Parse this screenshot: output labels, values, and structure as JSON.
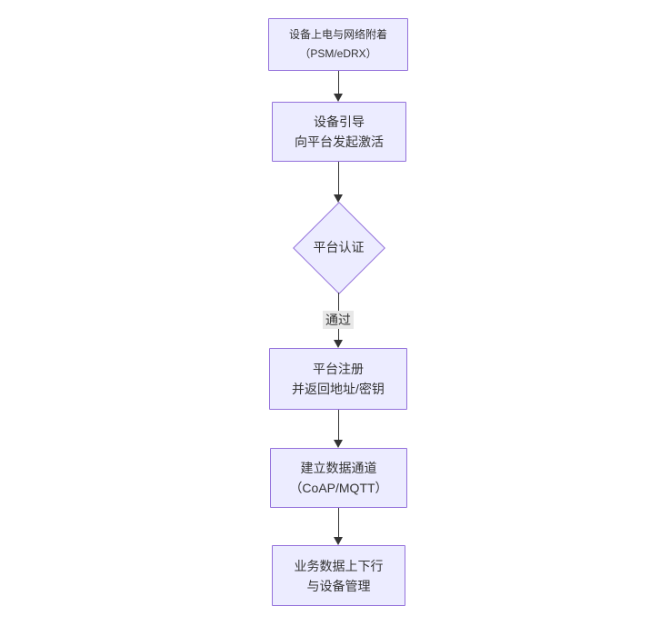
{
  "diagram": {
    "type": "flowchart",
    "direction": "top-down",
    "colors": {
      "node_fill": "#ECECFF",
      "node_border": "#9370DB",
      "text": "#333333",
      "edge": "#333333",
      "edge_label_bg": "#e8e8e8",
      "background": "#ffffff"
    }
  },
  "nodes": [
    {
      "id": "power-attach",
      "type": "rect",
      "lines": [
        "设备上电与网络附着",
        "（PSM/eDRX）"
      ]
    },
    {
      "id": "bootstrap",
      "type": "rect",
      "lines": [
        "设备引导",
        "向平台发起激活"
      ]
    },
    {
      "id": "auth",
      "type": "diamond",
      "lines": [
        "平台认证"
      ]
    },
    {
      "id": "register",
      "type": "rect",
      "lines": [
        "平台注册",
        "并返回地址/密钥"
      ]
    },
    {
      "id": "channel",
      "type": "rect",
      "lines": [
        "建立数据通道",
        "（CoAP/MQTT）"
      ]
    },
    {
      "id": "business",
      "type": "rect",
      "lines": [
        "业务数据上下行",
        "与设备管理"
      ]
    }
  ],
  "edges": [
    {
      "from": "power-attach",
      "to": "bootstrap",
      "label": ""
    },
    {
      "from": "bootstrap",
      "to": "auth",
      "label": ""
    },
    {
      "from": "auth",
      "to": "register",
      "label": "通过"
    },
    {
      "from": "register",
      "to": "channel",
      "label": ""
    },
    {
      "from": "channel",
      "to": "business",
      "label": ""
    }
  ]
}
